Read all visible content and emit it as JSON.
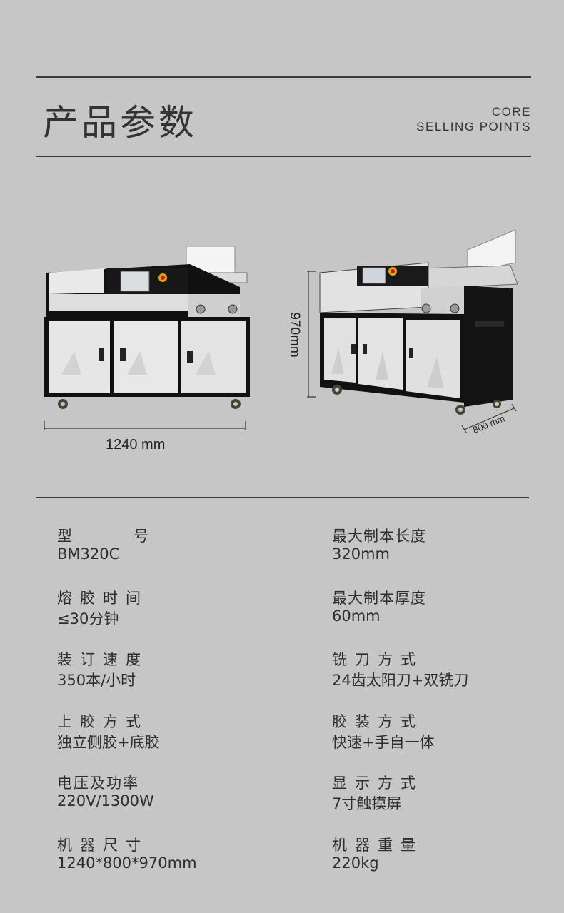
{
  "header": {
    "title": "产品参数",
    "core_line1": "CORE",
    "core_line2": "SELLING POINTS"
  },
  "dimensions": {
    "width": "1240 mm",
    "height": "970mm",
    "depth": "800 mm"
  },
  "specs": {
    "left": [
      {
        "label": "型号",
        "value": "BM320C"
      },
      {
        "label": "熔胶时间",
        "value": "≤30分钟"
      },
      {
        "label": "装订速度",
        "value": "350本/小时"
      },
      {
        "label": "上胶方式",
        "value": "独立侧胶+底胶"
      },
      {
        "label": "电压及功率",
        "value": "220V/1300W"
      },
      {
        "label": "机器尺寸",
        "value": "1240*800*970mm"
      }
    ],
    "right": [
      {
        "label": "最大制本长度",
        "value": "320mm"
      },
      {
        "label": "最大制本厚度",
        "value": "60mm"
      },
      {
        "label": "铣刀方式",
        "value": "24齿太阳刀+双铣刀"
      },
      {
        "label": "胶装方式",
        "value": "快速+手自一体"
      },
      {
        "label": "显示方式",
        "value": "7寸触摸屏"
      },
      {
        "label": "机器重量",
        "value": "220kg"
      }
    ]
  }
}
